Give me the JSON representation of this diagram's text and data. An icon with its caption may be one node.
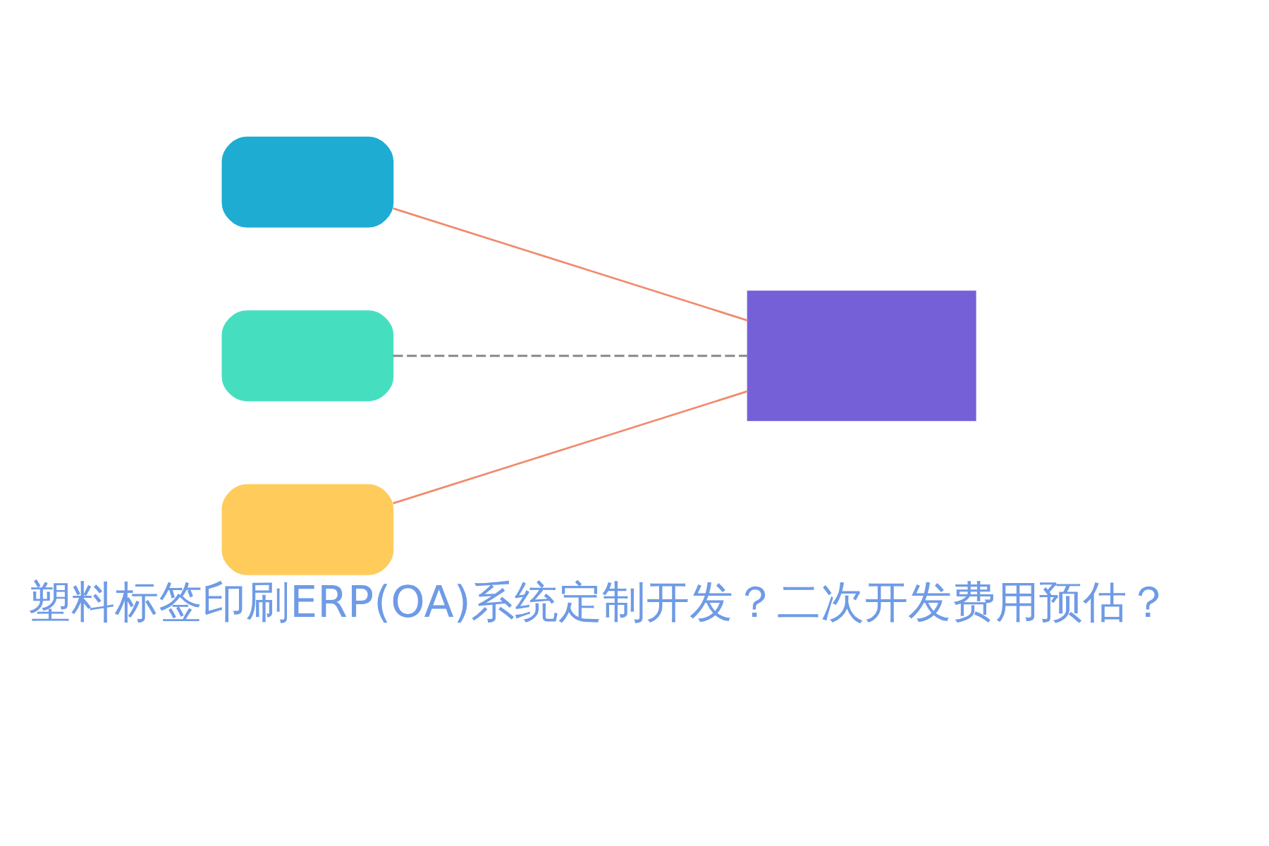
{
  "diagram": {
    "title": "塑料标签印刷ERP(OA)系统定制开发？二次开发费用预估？",
    "nodes": [
      {
        "text": [],
        "shape": "box"
      },
      {
        "text": [],
        "shape": "box"
      },
      {
        "text": [],
        "shape": "box"
      },
      {
        "text": [],
        "shape": "box"
      }
    ],
    "edges": [
      {
        "from": 0,
        "to": 3,
        "arrow": "none"
      },
      {
        "from": 1,
        "to": 3,
        "arrow": "none",
        "style": "dashed",
        "color": "#888888"
      },
      {
        "from": 2,
        "to": 3,
        "arrow": "none"
      }
    ]
  }
}
